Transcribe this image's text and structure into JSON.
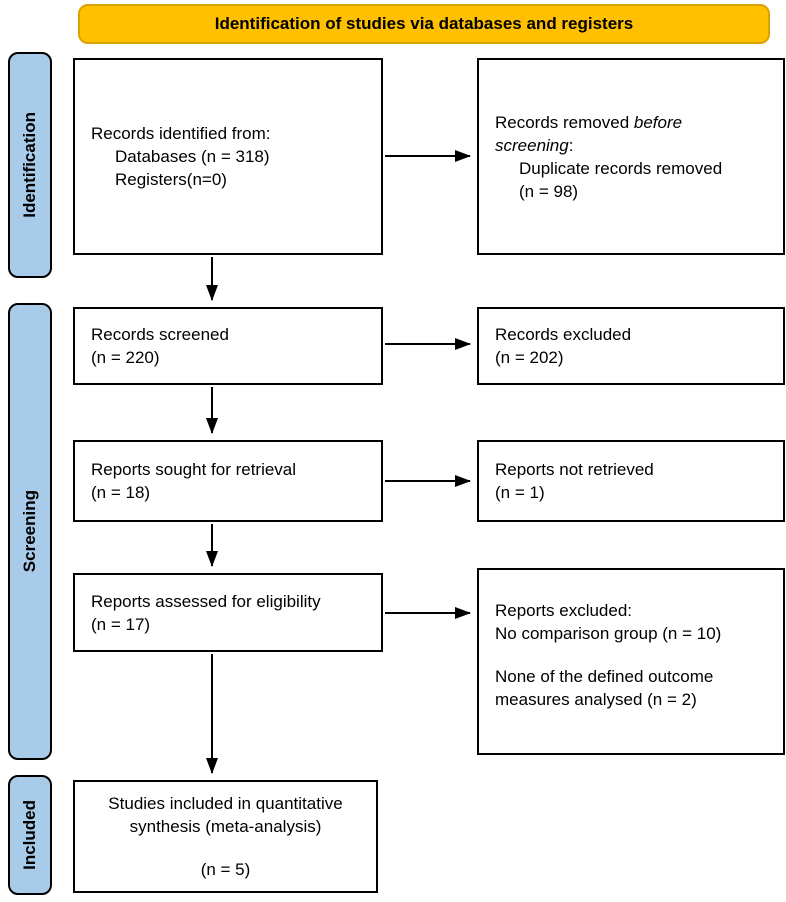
{
  "header": {
    "title": "Identification of studies via databases and registers"
  },
  "colors": {
    "header_fill": "#FFC000",
    "header_border": "#D6A300",
    "stage_fill": "#A8CBEA",
    "stage_border": "#000000",
    "box_border": "#000000",
    "arrow": "#000000"
  },
  "stages": [
    {
      "label": "Identification"
    },
    {
      "label": "Screening"
    },
    {
      "label": "Included"
    }
  ],
  "boxes": {
    "identified": {
      "lines": [
        "Records identified from:",
        "Databases (n = 318)",
        "Registers(n=0)"
      ]
    },
    "removed": {
      "text_normal_1": "Records removed ",
      "text_italic_1": "before",
      "text_italic_2": "screening",
      "text_normal_2": ":",
      "detail_line_1": "Duplicate records removed",
      "detail_line_2": "(n = 98)"
    },
    "screened": {
      "lines": [
        "Records screened",
        "(n = 220)"
      ]
    },
    "records_excluded": {
      "lines": [
        "Records excluded",
        "(n = 202)"
      ]
    },
    "sought": {
      "lines": [
        "Reports sought for retrieval",
        "(n = 18)"
      ]
    },
    "not_retrieved": {
      "lines": [
        "Reports not retrieved",
        "(n = 1)"
      ]
    },
    "assessed": {
      "lines": [
        "Reports assessed for eligibility",
        "(n = 17)"
      ]
    },
    "reports_excluded": {
      "para1_line1": "Reports excluded:",
      "para1_line2": "No comparison group (n = 10)",
      "para2_line1": "None of the defined outcome",
      "para2_line2": "measures analysed (n = 2)"
    },
    "included_study": {
      "line1": "Studies included in quantitative",
      "line2": "synthesis (meta-analysis)",
      "line3": "(n = 5)"
    }
  }
}
